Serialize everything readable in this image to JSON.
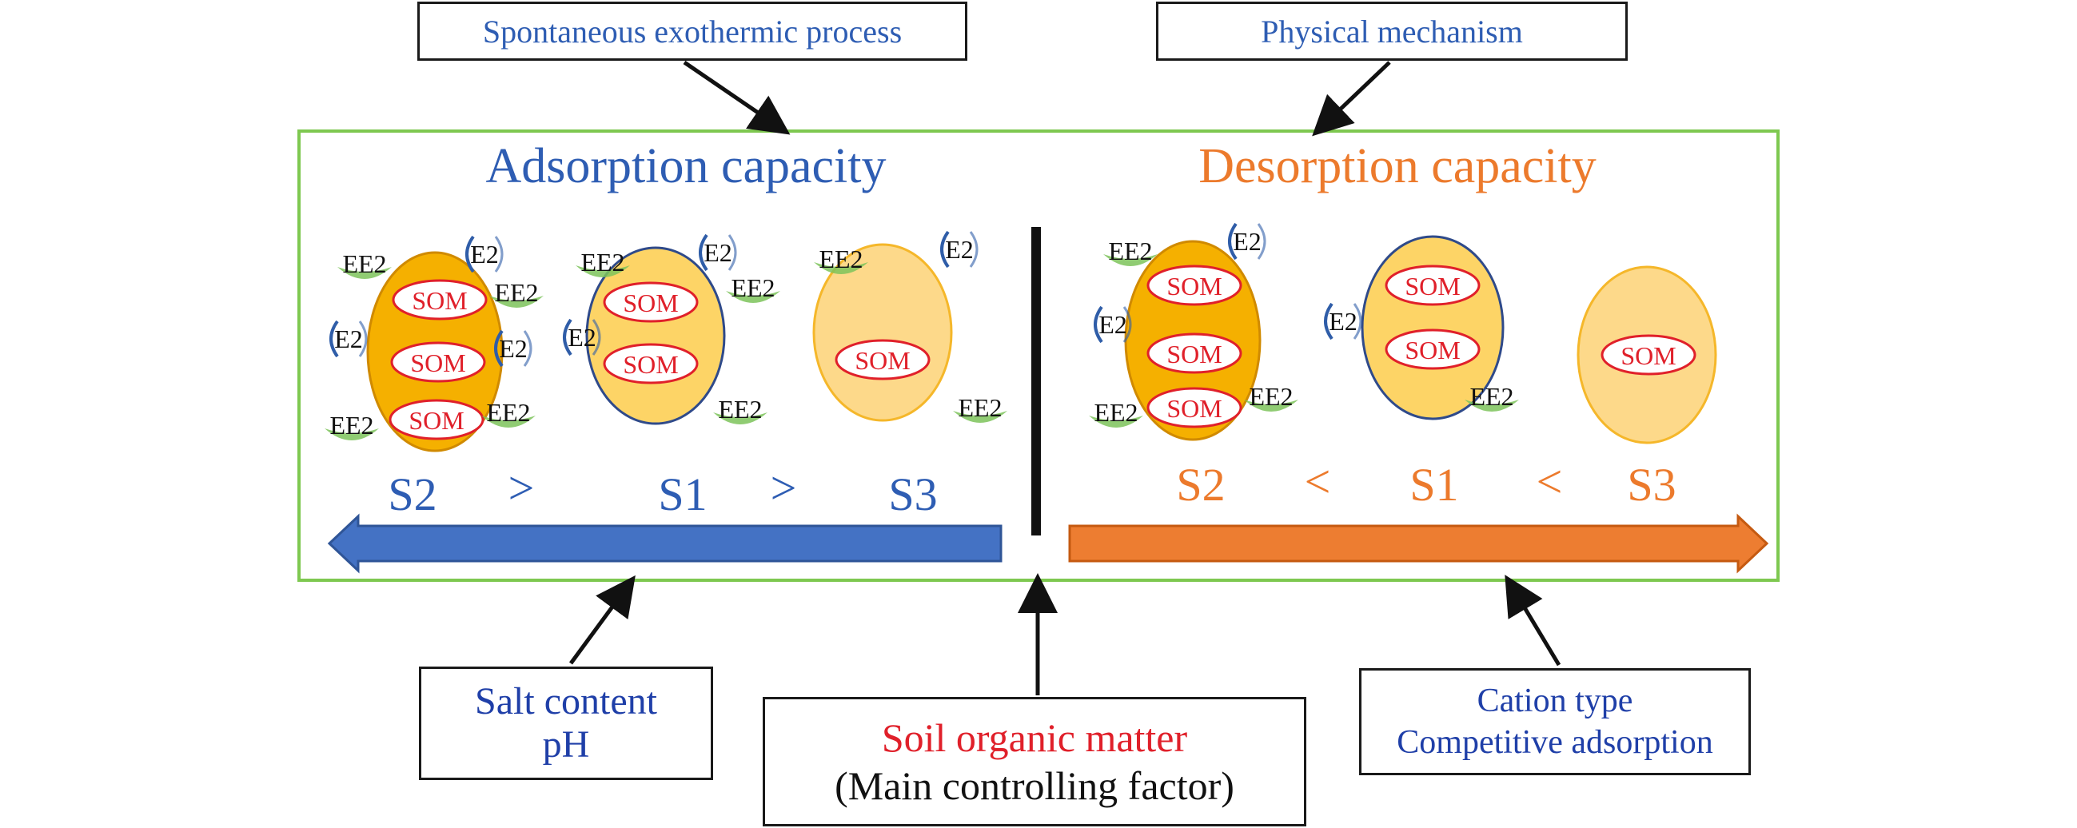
{
  "top_boxes": {
    "left": "Spontaneous exothermic process",
    "right": "Physical mechanism"
  },
  "left_panel": {
    "title": "Adsorption capacity",
    "soils": [
      "S2",
      "S1",
      "S3"
    ],
    "relation": ">"
  },
  "right_panel": {
    "title": "Desorption capacity",
    "soils": [
      "S2",
      "S1",
      "S3"
    ],
    "relation": "<"
  },
  "labels": {
    "som": "SOM",
    "ee2": "EE2",
    "e2": "E2"
  },
  "bottom_boxes": {
    "left": {
      "line1": "Salt content",
      "line2": "pH"
    },
    "center": {
      "line1": "Soil organic matter",
      "line2": "(Main controlling factor)"
    },
    "right": {
      "line1": "Cation type",
      "line2": "Competitive adsorption"
    }
  },
  "colors": {
    "frame": "#7ec850",
    "blue": "#2e5db3",
    "orange": "#ec7a2c",
    "blue_arrow": "#4472c4",
    "orange_arrow": "#ed7d31",
    "dark_orange_ellipse": "#f5b000",
    "mid_yellow_ellipse": "#fdd466",
    "light_yellow_ellipse": "#fdd98a",
    "red": "#e0202a",
    "green_cap": "#7dc35a",
    "blue_cap": "#2f5da8"
  }
}
